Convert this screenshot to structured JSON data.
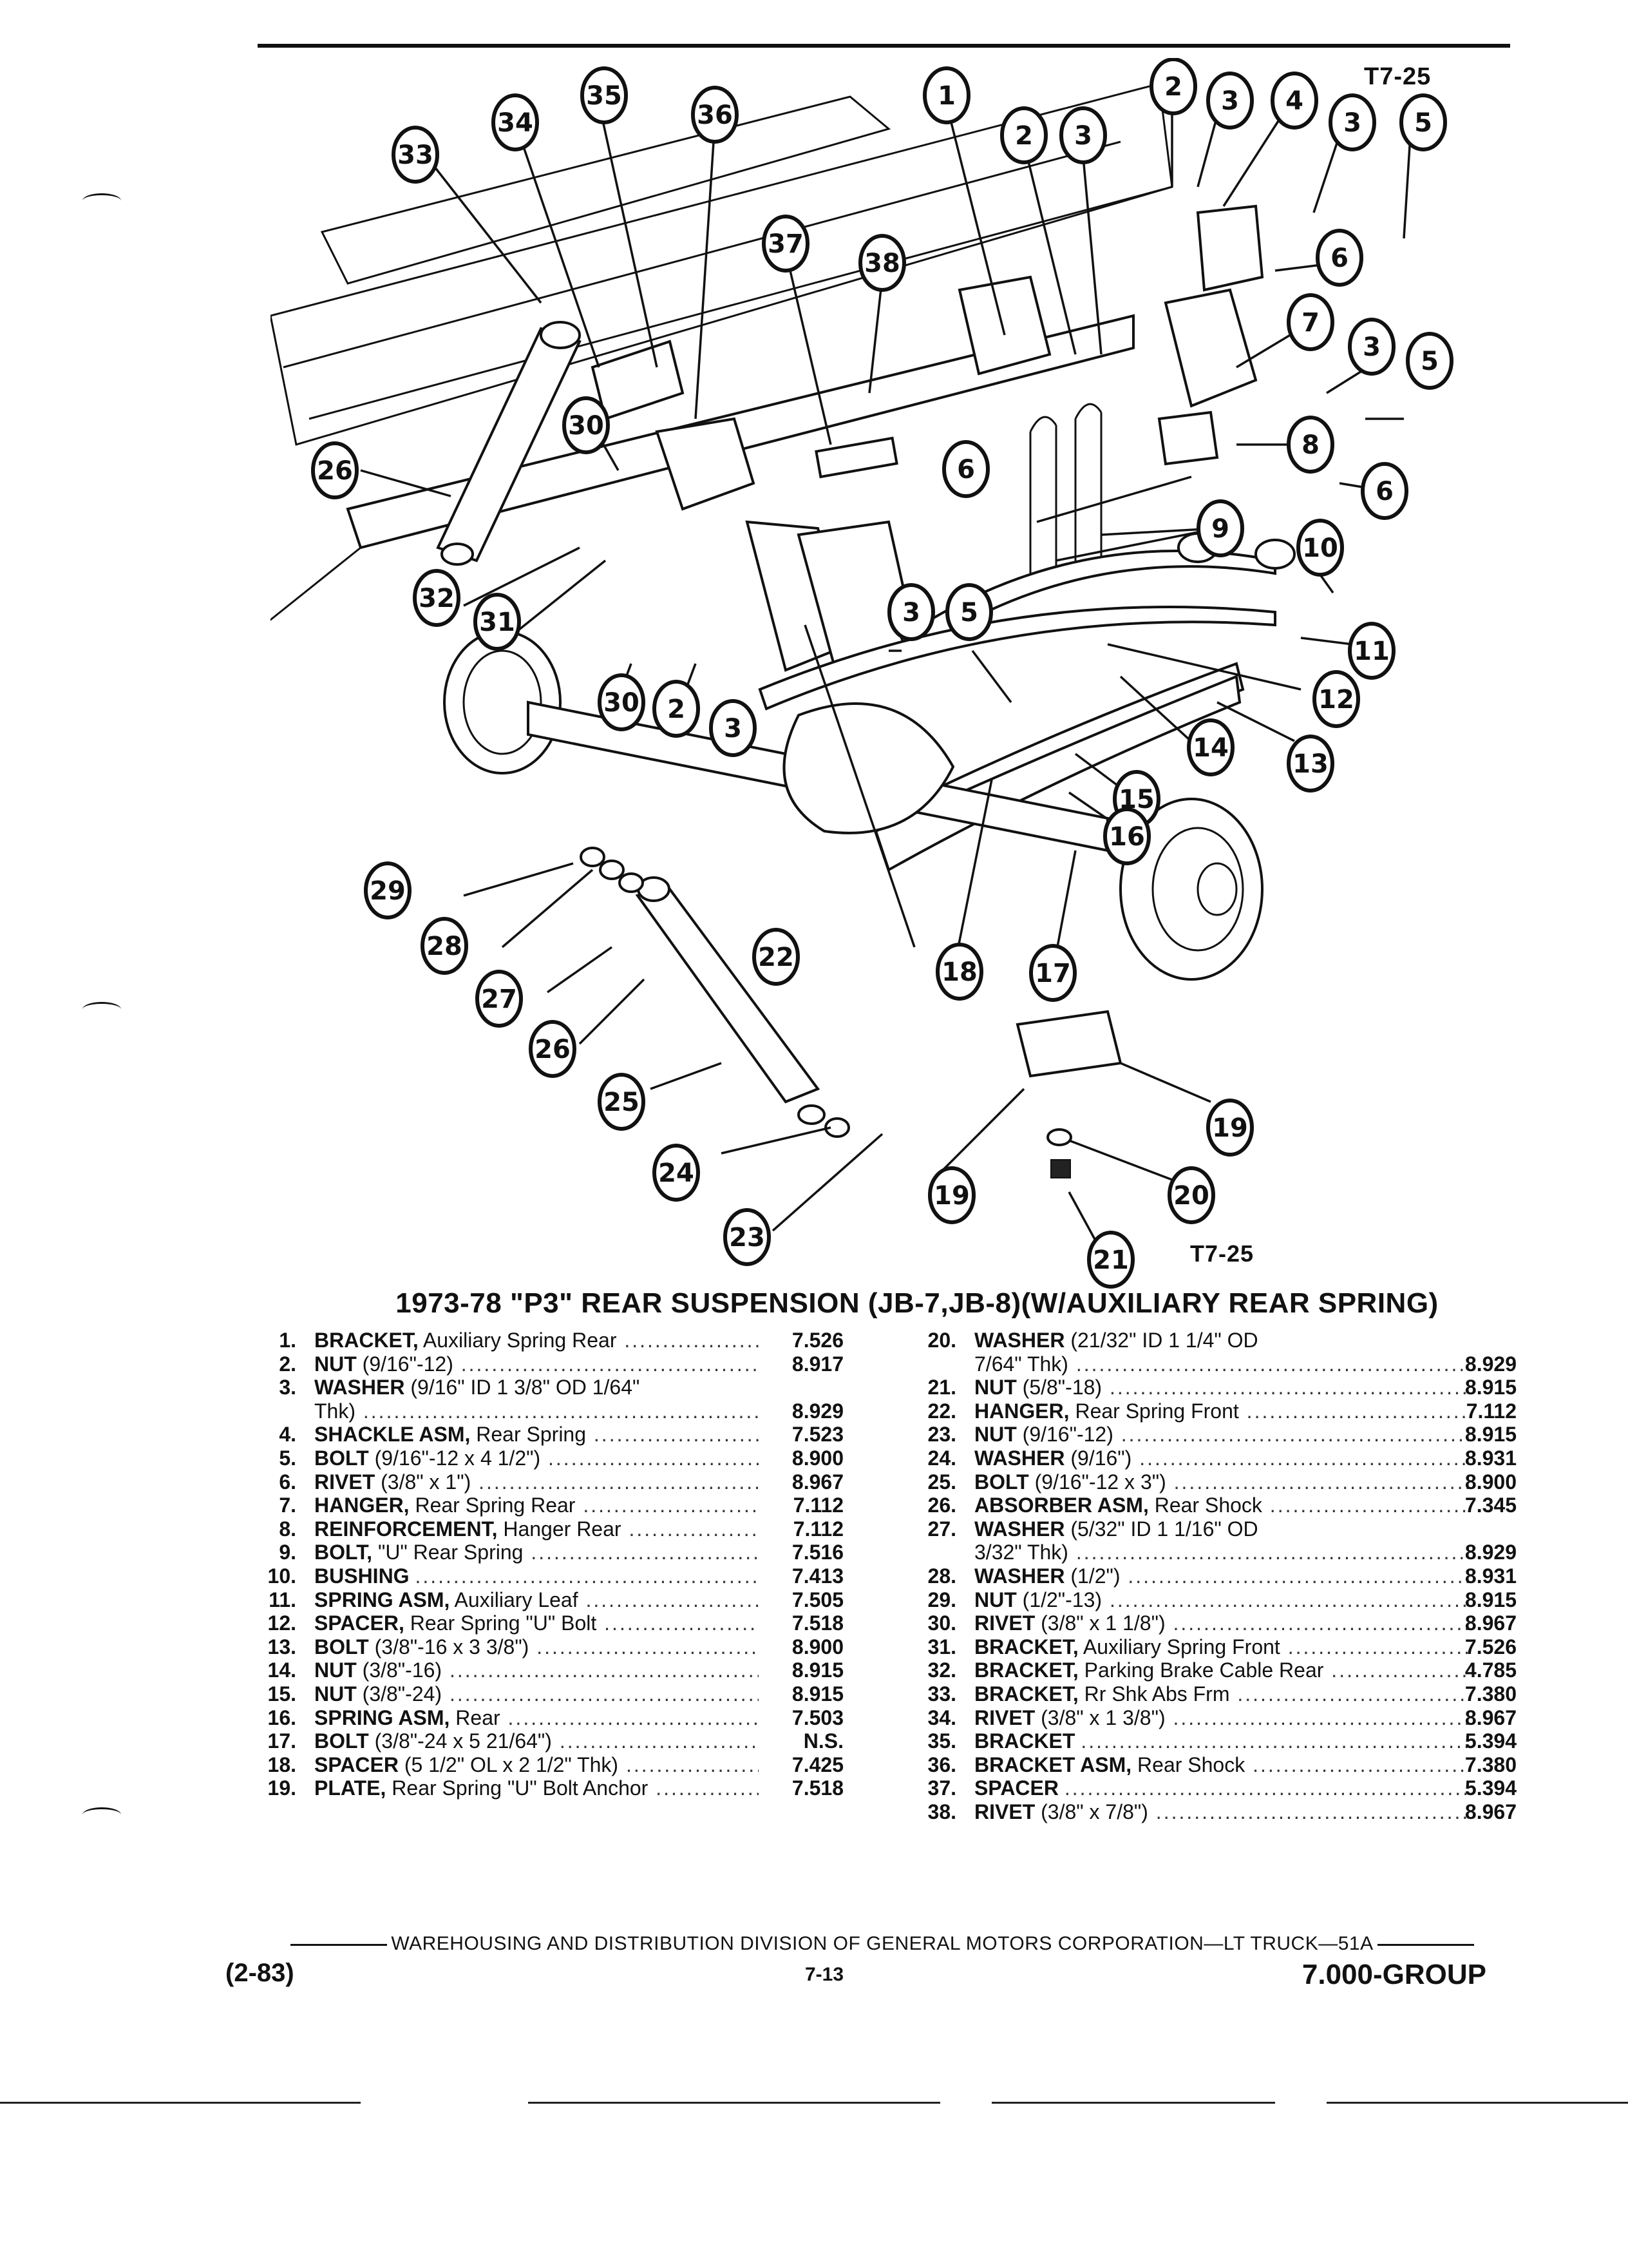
{
  "figure": {
    "code_top": "T7-25",
    "code_bottom": "T7-25"
  },
  "title": "1973-78 \"P3\" REAR SUSPENSION (JB-7,JB-8)(W/AUXILIARY REAR SPRING)",
  "parts_left": [
    {
      "no": "1.",
      "name": "BRACKET,",
      "desc": "Auxiliary Spring Rear",
      "group": "7.526"
    },
    {
      "no": "2.",
      "name": "NUT",
      "desc": "(9/16\"-12)",
      "group": "8.917"
    },
    {
      "no": "3.",
      "name": "WASHER",
      "desc": "(9/16\" ID 1 3/8\" OD 1/64\"",
      "group": ""
    },
    {
      "no": "",
      "name": "",
      "desc": "Thk)",
      "group": "8.929"
    },
    {
      "no": "4.",
      "name": "SHACKLE ASM,",
      "desc": "Rear Spring",
      "group": "7.523"
    },
    {
      "no": "5.",
      "name": "BOLT",
      "desc": "(9/16\"-12 x 4 1/2\")",
      "group": "8.900"
    },
    {
      "no": "6.",
      "name": "RIVET",
      "desc": "(3/8\" x 1\")",
      "group": "8.967"
    },
    {
      "no": "7.",
      "name": "HANGER,",
      "desc": "Rear Spring Rear",
      "group": "7.112"
    },
    {
      "no": "8.",
      "name": "REINFORCEMENT,",
      "desc": "Hanger Rear",
      "group": "7.112"
    },
    {
      "no": "9.",
      "name": "BOLT,",
      "desc": "\"U\" Rear Spring",
      "group": "7.516"
    },
    {
      "no": "10.",
      "name": "BUSHING",
      "desc": "",
      "group": "7.413"
    },
    {
      "no": "11.",
      "name": "SPRING ASM,",
      "desc": "Auxiliary Leaf",
      "group": "7.505"
    },
    {
      "no": "12.",
      "name": "SPACER,",
      "desc": "Rear Spring \"U\" Bolt",
      "group": "7.518"
    },
    {
      "no": "13.",
      "name": "BOLT",
      "desc": "(3/8\"-16 x 3 3/8\")",
      "group": "8.900"
    },
    {
      "no": "14.",
      "name": "NUT",
      "desc": "(3/8\"-16)",
      "group": "8.915"
    },
    {
      "no": "15.",
      "name": "NUT",
      "desc": "(3/8\"-24)",
      "group": "8.915"
    },
    {
      "no": "16.",
      "name": "SPRING ASM,",
      "desc": "Rear",
      "group": "7.503"
    },
    {
      "no": "17.",
      "name": "BOLT",
      "desc": "(3/8\"-24 x 5 21/64\")",
      "group": "N.S."
    },
    {
      "no": "18.",
      "name": "SPACER",
      "desc": "(5 1/2\" OL x 2 1/2\" Thk)",
      "group": "7.425"
    },
    {
      "no": "19.",
      "name": "PLATE,",
      "desc": "Rear Spring \"U\" Bolt Anchor",
      "group": "7.518"
    }
  ],
  "parts_right": [
    {
      "no": "20.",
      "name": "WASHER",
      "desc": "(21/32\" ID 1 1/4\" OD",
      "group": ""
    },
    {
      "no": "",
      "name": "",
      "desc": "7/64\" Thk)",
      "group": "8.929"
    },
    {
      "no": "21.",
      "name": "NUT",
      "desc": "(5/8\"-18)",
      "group": "8.915"
    },
    {
      "no": "22.",
      "name": "HANGER,",
      "desc": "Rear Spring Front",
      "group": "7.112"
    },
    {
      "no": "23.",
      "name": "NUT",
      "desc": "(9/16\"-12)",
      "group": "8.915"
    },
    {
      "no": "24.",
      "name": "WASHER",
      "desc": "(9/16\")",
      "group": "8.931"
    },
    {
      "no": "25.",
      "name": "BOLT",
      "desc": "(9/16\"-12 x 3\")",
      "group": "8.900"
    },
    {
      "no": "26.",
      "name": "ABSORBER ASM,",
      "desc": "Rear Shock",
      "group": "7.345"
    },
    {
      "no": "27.",
      "name": "WASHER",
      "desc": "(5/32\" ID 1 1/16\" OD",
      "group": ""
    },
    {
      "no": "",
      "name": "",
      "desc": "3/32\" Thk)",
      "group": "8.929"
    },
    {
      "no": "28.",
      "name": "WASHER",
      "desc": "(1/2\")",
      "group": "8.931"
    },
    {
      "no": "29.",
      "name": "NUT",
      "desc": "(1/2\"-13)",
      "group": "8.915"
    },
    {
      "no": "30.",
      "name": "RIVET",
      "desc": "(3/8\" x 1 1/8\")",
      "group": "8.967"
    },
    {
      "no": "31.",
      "name": "BRACKET,",
      "desc": "Auxiliary Spring Front",
      "group": "7.526"
    },
    {
      "no": "32.",
      "name": "BRACKET,",
      "desc": "Parking Brake Cable Rear",
      "group": "4.785"
    },
    {
      "no": "33.",
      "name": "BRACKET,",
      "desc": "Rr Shk Abs Frm",
      "group": "7.380"
    },
    {
      "no": "34.",
      "name": "RIVET",
      "desc": "(3/8\" x 1 3/8\")",
      "group": "8.967"
    },
    {
      "no": "35.",
      "name": "BRACKET",
      "desc": "",
      "group": "5.394"
    },
    {
      "no": "36.",
      "name": "BRACKET ASM,",
      "desc": "Rear Shock",
      "group": "7.380"
    },
    {
      "no": "37.",
      "name": "SPACER",
      "desc": "",
      "group": "5.394"
    },
    {
      "no": "38.",
      "name": "RIVET",
      "desc": "(3/8\" x 7/8\")",
      "group": "8.967"
    }
  ],
  "callouts": [
    "1",
    "2",
    "3",
    "2",
    "3",
    "4",
    "3",
    "5",
    "6",
    "7",
    "3",
    "5",
    "8",
    "6",
    "9",
    "10",
    "11",
    "12",
    "13",
    "14",
    "15",
    "16",
    "17",
    "18",
    "19",
    "19",
    "20",
    "21",
    "22",
    "23",
    "24",
    "25",
    "26",
    "26",
    "27",
    "28",
    "29",
    "30",
    "30",
    "31",
    "32",
    "33",
    "34",
    "35",
    "36",
    "37",
    "38",
    "3",
    "5",
    "6",
    "2",
    "3"
  ],
  "footer": {
    "division": "WAREHOUSING AND DISTRIBUTION DIVISION OF GENERAL MOTORS CORPORATION—LT TRUCK—51A",
    "date": "(2-83)",
    "page": "7-13",
    "group": "7.000-GROUP"
  }
}
